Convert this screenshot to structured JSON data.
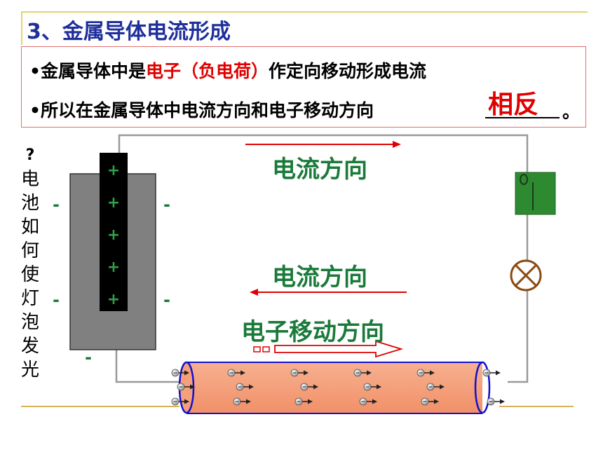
{
  "heading": "3、金属导体电流形成",
  "line1": {
    "bullet": "•",
    "pre": "金属导体中是",
    "highlight": "电子（负电荷）",
    "post": "作定向移动形成电流"
  },
  "line2": {
    "bullet": "•",
    "text": "所以在金属导体中电流方向和电子移动方向",
    "answer": "相反",
    "end": "。"
  },
  "question": "?电池如何使灯泡发光",
  "labels": {
    "current_top": "电流方向",
    "current_mid": "电流方向",
    "electron": "电子移动方向"
  },
  "battery": {
    "plus_sign": "+",
    "minus_sign": "-",
    "plus_count": 5
  },
  "colors": {
    "title": "#1f2f9c",
    "red": "#e00000",
    "green_text": "#1a7a3a",
    "conductor": "#f5a07a",
    "tube_edge": "#1010d0",
    "switch": "#2e8a30",
    "battery_gray": "#808080",
    "strip": "#000000",
    "wire": "#999999",
    "baseline": "#d9b35a"
  },
  "icons": {
    "lamp": "lamp-icon",
    "switch": "switch-icon",
    "electron": "electron-icon"
  }
}
